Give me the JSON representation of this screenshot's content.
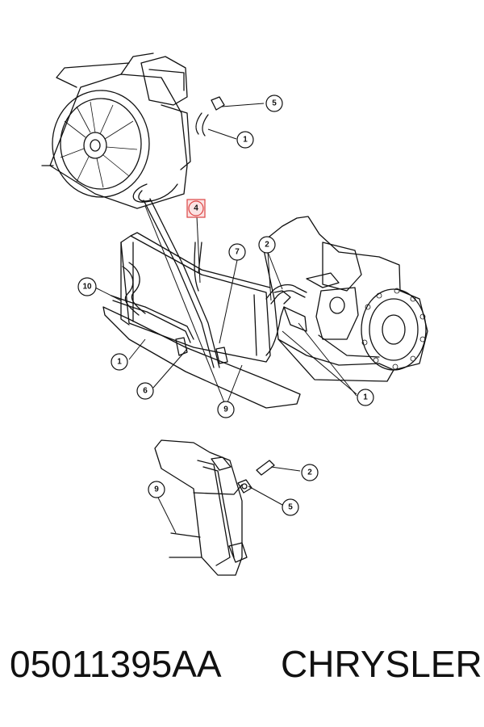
{
  "callouts": {
    "c1a": "1",
    "c1b": "1",
    "c1c": "1",
    "c2a": "2",
    "c2b": "2",
    "c4": "4",
    "c5a": "5",
    "c5b": "5",
    "c6": "6",
    "c7": "7",
    "c9a": "9",
    "c9b": "9",
    "c10": "10"
  },
  "caption": {
    "part_number": "05011395AA",
    "brand": "CHRYSLER"
  }
}
